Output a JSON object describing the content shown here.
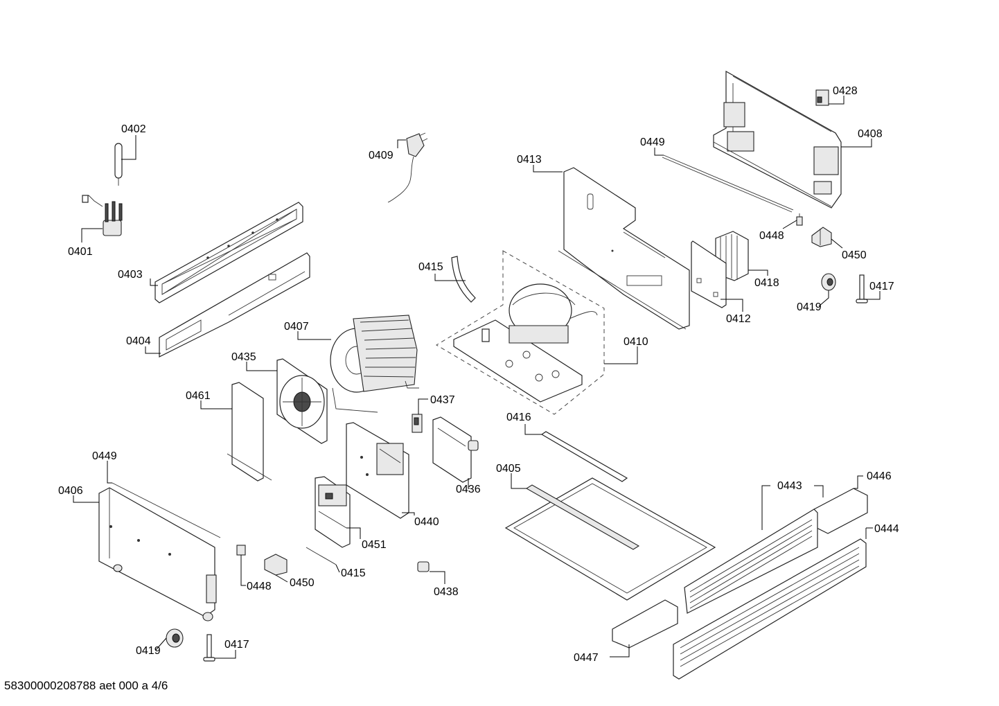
{
  "footer_text": "58300000208788 aet 000 a 4/6",
  "labels": {
    "l0402": "0402",
    "l0401": "0401",
    "l0409": "0409",
    "l0403": "0403",
    "l0404": "0404",
    "l0413": "0413",
    "l0449a": "0449",
    "l0428": "0428",
    "l0408": "0408",
    "l0448a": "0448",
    "l0450a": "0450",
    "l0415a": "0415",
    "l0418": "0418",
    "l0417a": "0417",
    "l0419a": "0419",
    "l0412": "0412",
    "l0407": "0407",
    "l0410": "0410",
    "l0435": "0435",
    "l0461": "0461",
    "l0437": "0437",
    "l0416": "0416",
    "l0449b": "0449",
    "l0436": "0436",
    "l0406": "0406",
    "l0405": "0405",
    "l0446": "0446",
    "l0443": "0443",
    "l0440": "0440",
    "l0444": "0444",
    "l0451": "0451",
    "l0448b": "0448",
    "l0450b": "0450",
    "l0415b": "0415",
    "l0438": "0438",
    "l0419b": "0419",
    "l0417b": "0417",
    "l0447": "0447"
  }
}
